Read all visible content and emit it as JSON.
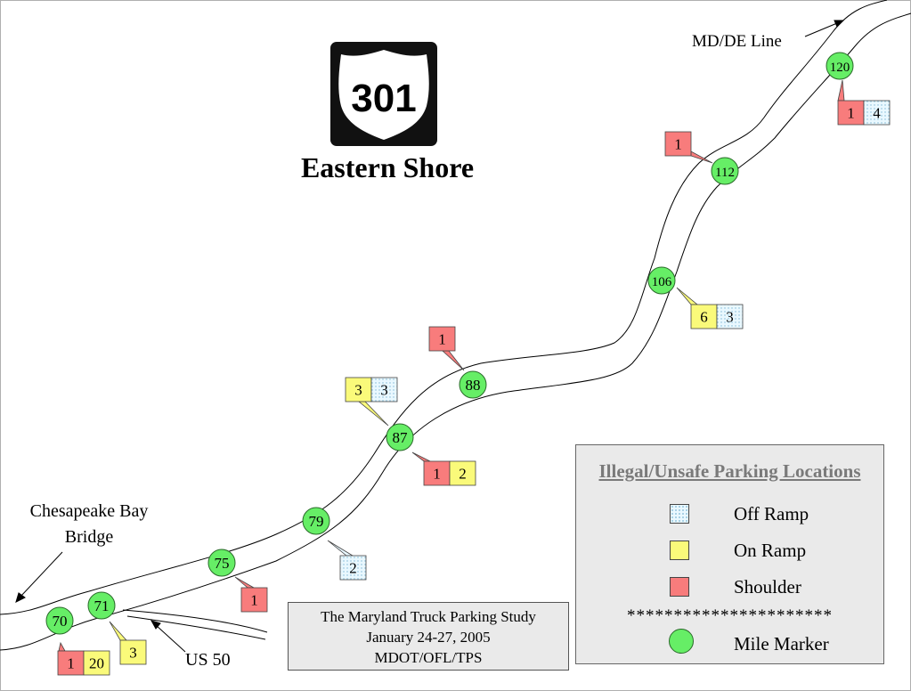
{
  "route": {
    "shield_number": "301",
    "title": "Eastern Shore"
  },
  "labels": {
    "md_de_line": "MD/DE Line",
    "bridge": "Chesapeake Bay Bridge",
    "us50": "US 50"
  },
  "mile_markers": [
    "70",
    "71",
    "75",
    "79",
    "87",
    "88",
    "106",
    "112",
    "120"
  ],
  "callouts": [
    {
      "marker": "70",
      "boxes": [
        {
          "type": "shoulder",
          "value": "1"
        },
        {
          "type": "on_ramp",
          "value": "20"
        }
      ]
    },
    {
      "marker": "71",
      "boxes": [
        {
          "type": "on_ramp",
          "value": "3"
        }
      ]
    },
    {
      "marker": "75",
      "boxes": [
        {
          "type": "shoulder",
          "value": "1"
        }
      ]
    },
    {
      "marker": "79",
      "boxes": [
        {
          "type": "off_ramp",
          "value": "2"
        }
      ]
    },
    {
      "marker": "87",
      "boxes": [
        {
          "type": "on_ramp",
          "value": "3"
        },
        {
          "type": "off_ramp",
          "value": "3"
        }
      ]
    },
    {
      "marker": "87",
      "boxes": [
        {
          "type": "shoulder",
          "value": "1"
        },
        {
          "type": "on_ramp",
          "value": "2"
        }
      ]
    },
    {
      "marker": "88",
      "boxes": [
        {
          "type": "shoulder",
          "value": "1"
        }
      ]
    },
    {
      "marker": "106",
      "boxes": [
        {
          "type": "on_ramp",
          "value": "6"
        },
        {
          "type": "off_ramp",
          "value": "3"
        }
      ]
    },
    {
      "marker": "112",
      "boxes": [
        {
          "type": "shoulder",
          "value": "1"
        }
      ]
    },
    {
      "marker": "120",
      "boxes": [
        {
          "type": "shoulder",
          "value": "1"
        },
        {
          "type": "off_ramp",
          "value": "4"
        }
      ]
    }
  ],
  "study": {
    "line1": "The Maryland Truck Parking Study",
    "line2": "January 24-27, 2005",
    "line3": "MDOT/OFL/TPS"
  },
  "legend": {
    "title": "Illegal/Unsafe Parking Locations",
    "off_ramp": "Off Ramp",
    "on_ramp": "On Ramp",
    "shoulder": "Shoulder",
    "separator": "**********************",
    "mile_marker": "Mile Marker"
  },
  "colors": {
    "shoulder": "#f87c7c",
    "on_ramp": "#fafa7a",
    "off_ramp": "#e9f8ff",
    "mile_marker": "#66ee66"
  }
}
